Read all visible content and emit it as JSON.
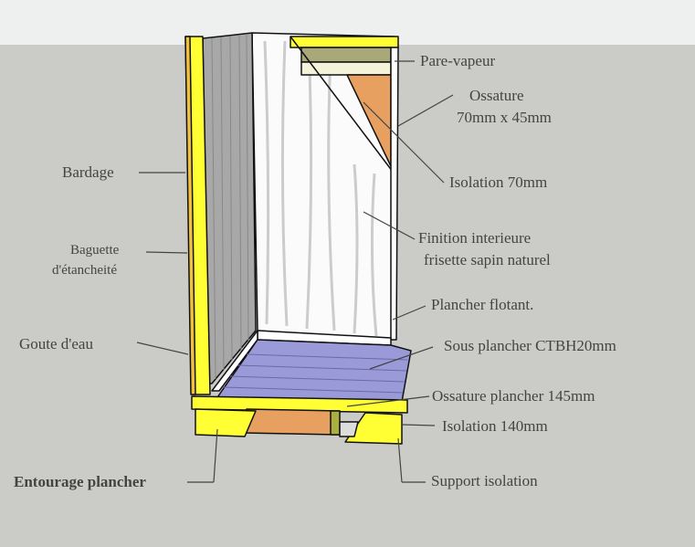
{
  "labels": {
    "pare_vapeur": "Pare-vapeur",
    "ossature_line1": "Ossature",
    "ossature_line2": "70mm x 45mm",
    "isolation_70": "Isolation  70mm",
    "finition_line1": "Finition interieure",
    "finition_line2": "frisette sapin naturel",
    "plancher_flotant": "Plancher flotant.",
    "sous_plancher": "Sous plancher CTBH20mm",
    "ossature_plancher": "Ossature plancher 145mm",
    "isolation_140": "Isolation 140mm",
    "support_isolation": "Support isolation",
    "entourage_plancher": "Entourage plancher",
    "goute_eau": "Goute d'eau",
    "baguette_line1": "Baguette",
    "baguette_line2": "d'étancheité",
    "bardage": "Bardage"
  },
  "colors": {
    "background": "#cbcbc7",
    "wood": "#ffff33",
    "insulation": "#e8a060",
    "floor": "#9a9ad8",
    "cladding": "#a8a8a8"
  }
}
